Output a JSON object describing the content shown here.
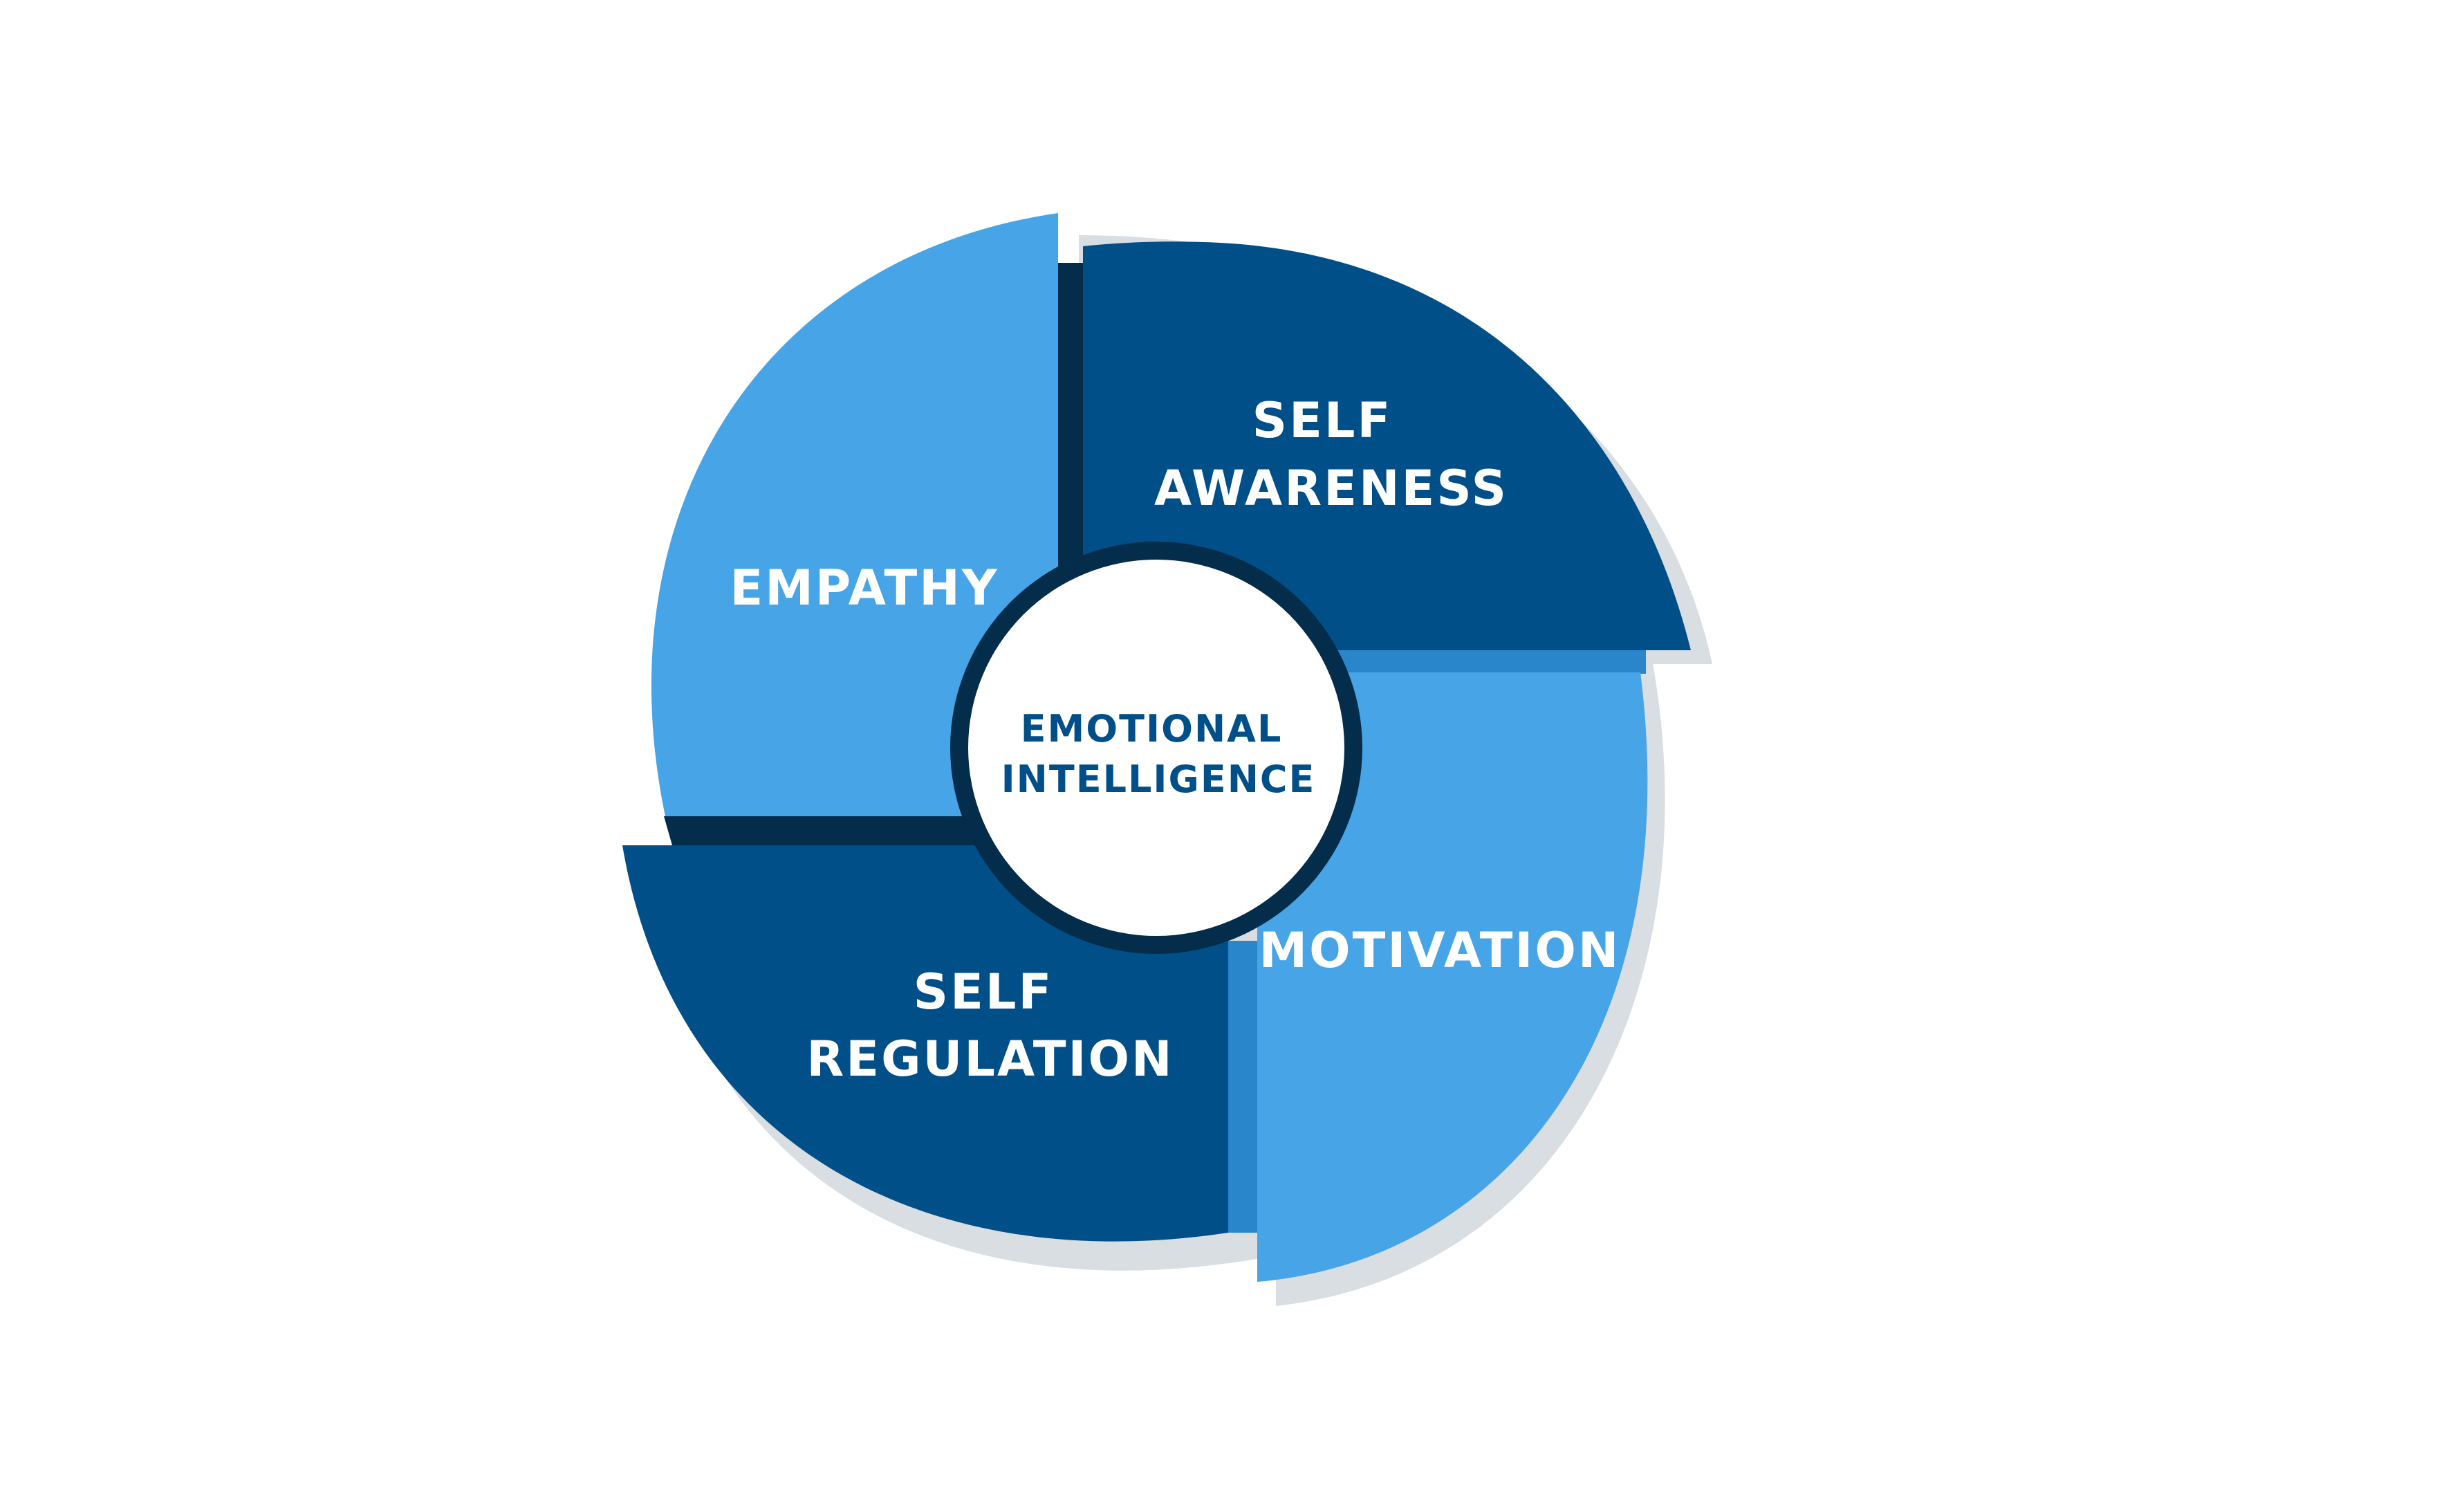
{
  "center": {
    "line1": "EMOTIONAL",
    "line2": "INTELLIGENCE"
  },
  "segments": {
    "self_awareness": {
      "line1": "SELF",
      "line2": "AWARENESS"
    },
    "motivation": {
      "line1": "MOTIVATION"
    },
    "self_regulation": {
      "line1": "SELF",
      "line2": "REGULATION"
    },
    "empathy": {
      "line1": "EMPATHY"
    }
  },
  "colors": {
    "dark_blue": "#014f88",
    "light_blue": "#47a4e7",
    "navy": "#032d4b",
    "mid_blue": "#2a86cb",
    "shadow": "#d8dee2",
    "background": "#ffffff"
  }
}
